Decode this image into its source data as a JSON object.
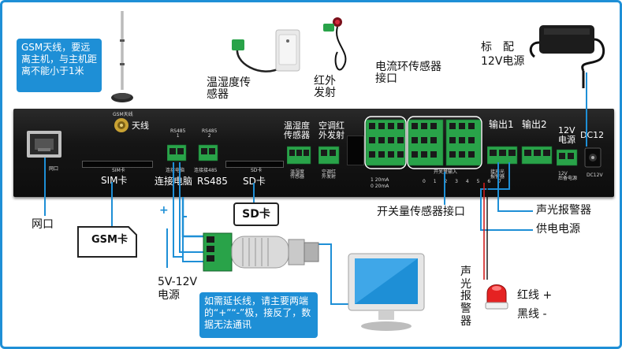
{
  "callouts": {
    "gsm_antenna_note": "GSM天线，要远离主机，与主机距离不能小于1米",
    "extension_note": "如需延长线，请主要两端的“+”“-”极，接反了，数据无法通讯"
  },
  "labels": {
    "temp_humidity_sensor": "温湿度传感器",
    "ir_transmitter": "红外发射",
    "current_loop_sensor_port": "电流环传感器接口",
    "standard_12v_power": "标　配\n12V电源",
    "network_port": "网口",
    "gsm_card": "GSM卡",
    "sd_card": "SD卡",
    "switch_sensor_port": "开关量传感器接口",
    "sound_light_alarm": "声光报警器",
    "power_supply": "供电电源",
    "alarm_vertical": "声\n光\n报\n警\n器",
    "red_wire": "红线 +",
    "black_wire": "黑线 -",
    "power_5v_12v": "5V-12V\n电源",
    "plus": "+",
    "minus": "-"
  },
  "panel": {
    "antenna": "天线",
    "sim_card": "SIM卡",
    "connect_electronic": "连接电脑",
    "rs485": "RS485",
    "sd_card": "SD卡",
    "temp_humidity_sensor": "温湿度\n传感器",
    "ac_ir_transmit": "空调红\n外发射",
    "output1": "输出1",
    "output2": "输出2",
    "power_12v": "12V\n电源",
    "dc12": "DC12",
    "tiny_rs485_1": "RS485\n1",
    "tiny_rs485_2": "RS485\n2",
    "tiny_gsm_antenna": "GSM天线",
    "tiny_sim": "SIM卡",
    "tiny_connect_pc": "连接电脑",
    "tiny_connect_485": "连接接485",
    "tiny_sd": "SD卡",
    "tiny_switch_input": "开关量输入",
    "tiny_dc12v": "DC12V",
    "tiny_power_in": "12V\n后备电源",
    "tiny_alarm_out": "接声光\n报警器",
    "tiny_temp_sensor": "温湿度\n传感器",
    "tiny_ac_ir": "空调红\n外发射",
    "tiny_network": "网口",
    "tiny_current_20ma_1": "1 20mA",
    "tiny_current_20ma_2": "0 20mA",
    "tiny_switch_numbers": "0 1 2 3 4 5 6 7"
  },
  "colors": {
    "accent_blue": "#1e8fd6",
    "terminal_green": "#29a349",
    "device_black": "#151515",
    "alarm_red": "#e52222"
  }
}
